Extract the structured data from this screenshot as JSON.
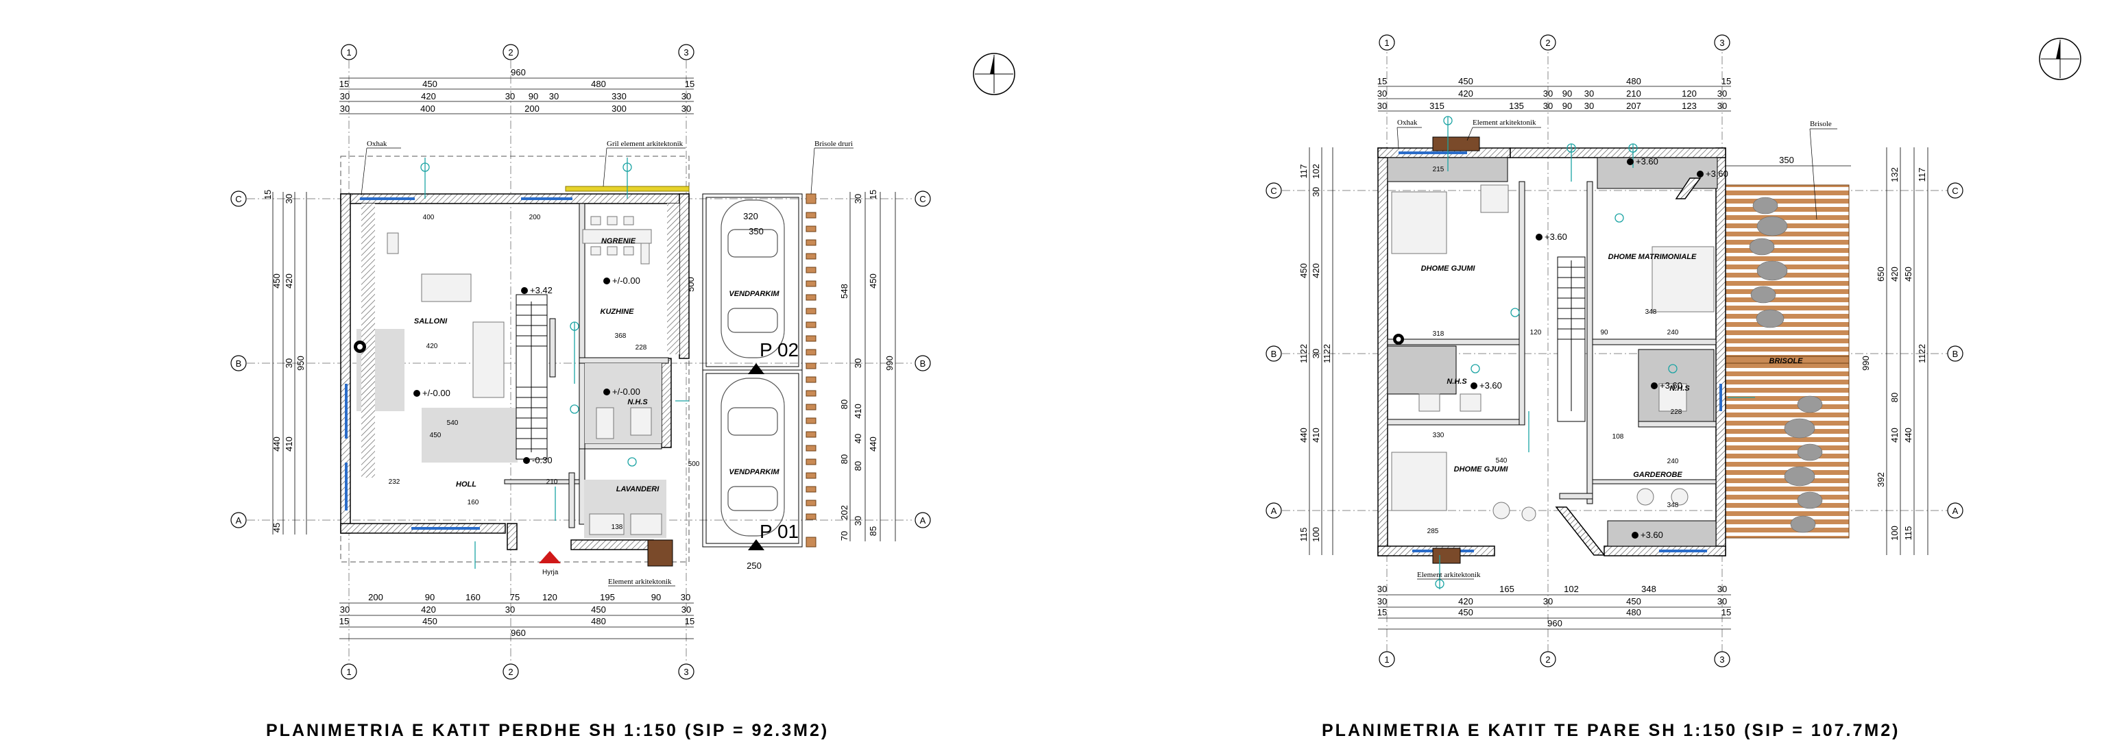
{
  "titles": {
    "ground": "PLANIMETRIA E KATIT PERDHE SH 1:150 (SIP = 92.3M2)",
    "first": "PLANIMETRIA E KATIT TE PARE SH 1:150 (SIP = 107.7M2)"
  },
  "axes": {
    "cols": [
      "1",
      "2",
      "3"
    ],
    "rows": [
      "C",
      "B",
      "A"
    ]
  },
  "ground": {
    "rooms": [
      "SALLONI",
      "NGRENIE",
      "KUZHINE",
      "N.H.S",
      "HOLL",
      "LAVANDERI",
      "VENDPARKIM",
      "VENDPARKIM"
    ],
    "levels": [
      "+/-0.00",
      "+/-0.00",
      "+/-0.00",
      "+3.42",
      "-0.30"
    ],
    "parking": [
      "P 02",
      "P 01"
    ],
    "notes": {
      "chimney": "Oxhak",
      "grill": "Gril element arkitektonik",
      "brisole": "Brisole druri",
      "element": "Element arkitektonik",
      "entry": "Hyrja"
    },
    "dims_top": [
      "960",
      "15",
      "450",
      "480",
      "15",
      "30",
      "420",
      "30",
      "90",
      "30",
      "330",
      "30",
      "30",
      "400",
      "200",
      "300",
      "30"
    ],
    "dims_bottom": [
      "200",
      "90",
      "160",
      "75",
      "120",
      "195",
      "90",
      "30",
      "30",
      "420",
      "30",
      "450",
      "30",
      "15",
      "450",
      "480",
      "15",
      "960"
    ],
    "dims_left": [
      "15",
      "30",
      "450",
      "420",
      "30",
      "440",
      "410",
      "45",
      "950"
    ],
    "dims_right": [
      "30",
      "15",
      "548",
      "450",
      "500",
      "30",
      "80",
      "80",
      "40",
      "410",
      "440",
      "80",
      "202",
      "70",
      "30",
      "85",
      "990"
    ],
    "dims_parking": [
      "320",
      "350",
      "250"
    ],
    "dims_inner": [
      "400",
      "200",
      "420",
      "368",
      "228",
      "540",
      "450",
      "232",
      "160",
      "210",
      "138",
      "500"
    ]
  },
  "first": {
    "rooms": [
      "DHOME GJUMI",
      "DHOME MATRIMONIALE",
      "N.H.S",
      "N.H.S",
      "DHOME GJUMI",
      "GARDEROBE",
      "BRISOLE"
    ],
    "levels": [
      "+3.60",
      "+3.60",
      "+3.60",
      "+3.60",
      "+3.60",
      "+3.60"
    ],
    "notes": {
      "chimney": "Oxhak",
      "element_top": "Element arkitektonik",
      "brisole": "Brisole",
      "element_bottom": "Element arkitektonik"
    },
    "dims_top": [
      "15",
      "450",
      "480",
      "15",
      "30",
      "420",
      "30",
      "90",
      "30",
      "210",
      "120",
      "30",
      "30",
      "315",
      "135",
      "30",
      "90",
      "30",
      "207",
      "123",
      "30"
    ],
    "dims_bottom": [
      "30",
      "165",
      "102",
      "348",
      "30",
      "30",
      "420",
      "30",
      "450",
      "30",
      "15",
      "450",
      "480",
      "15",
      "960"
    ],
    "dims_left": [
      "117",
      "102",
      "30",
      "1122",
      "450",
      "420",
      "30",
      "1122",
      "440",
      "410",
      "115",
      "100"
    ],
    "dims_right": [
      "132",
      "117",
      "650",
      "420",
      "450",
      "990",
      "1122",
      "80",
      "410",
      "440",
      "392",
      "100",
      "115"
    ],
    "dims_terrace": [
      "350"
    ],
    "dims_inner": [
      "215",
      "318",
      "330",
      "540",
      "285",
      "348",
      "240",
      "90",
      "120",
      "108",
      "228",
      "240",
      "348"
    ]
  }
}
